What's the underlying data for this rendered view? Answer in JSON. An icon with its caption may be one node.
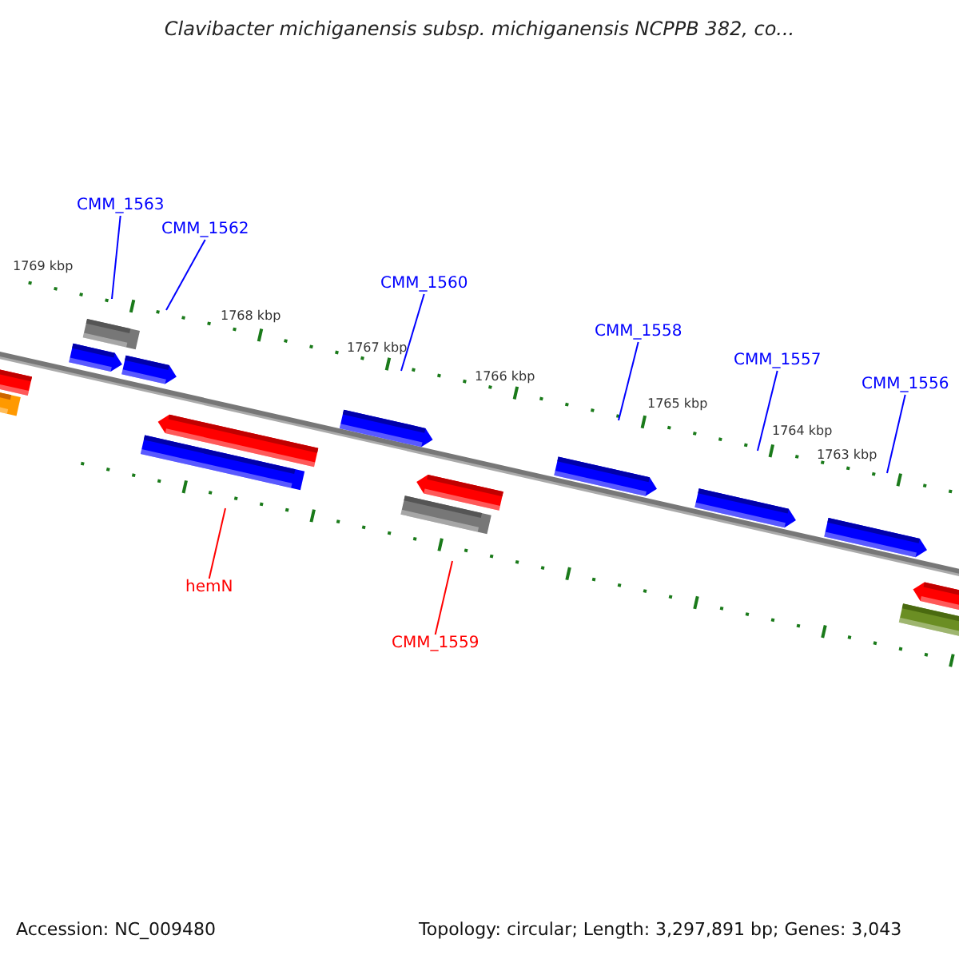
{
  "diagram": {
    "title": "Clavibacter michiganensis subsp. michiganensis NCPPB 382, co...",
    "nodes": [
      {
        "text": [
          "CMM_1563"
        ]
      },
      {
        "text": [
          "CMM_1562"
        ]
      },
      {
        "text": [
          "CMM_1560"
        ]
      },
      {
        "text": [
          "CMM_1558"
        ]
      },
      {
        "text": [
          "CMM_1557"
        ]
      },
      {
        "text": [
          "CMM_1556"
        ]
      },
      {
        "text": [
          "hemN"
        ]
      },
      {
        "text": [
          "CMM_1559"
        ]
      }
    ],
    "edges": [
      {
        "from": 0,
        "to": null,
        "arrow": "none",
        "color": "#0000ff"
      },
      {
        "from": 1,
        "to": null,
        "arrow": "none",
        "color": "#0000ff"
      },
      {
        "from": 2,
        "to": null,
        "arrow": "none",
        "color": "#0000ff"
      },
      {
        "from": 3,
        "to": null,
        "arrow": "none",
        "color": "#0000ff"
      },
      {
        "from": 4,
        "to": null,
        "arrow": "none",
        "color": "#0000ff"
      },
      {
        "from": 5,
        "to": null,
        "arrow": "none",
        "color": "#0000ff"
      },
      {
        "from": 6,
        "to": null,
        "arrow": "none",
        "color": "#ff0000"
      },
      {
        "from": 7,
        "to": null,
        "arrow": "none",
        "color": "#ff0000"
      }
    ],
    "labels": [
      "1769 kbp",
      "1768 kbp",
      "1767 kbp",
      "1766 kbp",
      "1765 kbp",
      "1764 kbp",
      "1763 kbp",
      "Accession: NC_009480",
      "Topology: circular; Length: 3,297,891 bp; Genes: 3,043"
    ]
  }
}
